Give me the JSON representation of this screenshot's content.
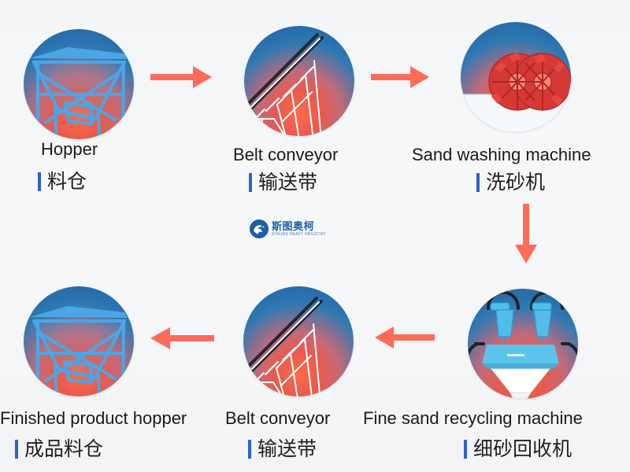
{
  "flow": {
    "steps": [
      {
        "en": "Hopper",
        "cn": "料仓"
      },
      {
        "en": "Belt conveyor",
        "cn": "输送带"
      },
      {
        "en": "Sand washing machine",
        "cn": "洗砂机"
      },
      {
        "en": "Fine sand recycling machine",
        "cn": "细砂回收机"
      },
      {
        "en": "Belt conveyor",
        "cn": "输送带"
      },
      {
        "en": "Finished product hopper",
        "cn": "成品料仓"
      }
    ]
  },
  "logo": {
    "cn": "斯图奥柯",
    "en": "STAURK HEAVY INDUSTRY"
  },
  "colors": {
    "arrow": "#ff6b59",
    "label_bar": "#2f62c8",
    "circle_top": "#1c5f9f",
    "circle_bottom": "#ff6a48",
    "machine_blue": "#3b9fdb",
    "machine_red": "#e4312a",
    "machine_dark": "#242b34"
  },
  "icons": {
    "hopper": "hopper-icon",
    "belt_conveyor": "belt-conveyor-icon",
    "sand_washing_machine": "sand-washing-machine-icon",
    "fine_sand_recycling_machine": "fine-sand-recycling-machine-icon",
    "arrow": "arrow-icon",
    "logo": "logo-icon"
  }
}
